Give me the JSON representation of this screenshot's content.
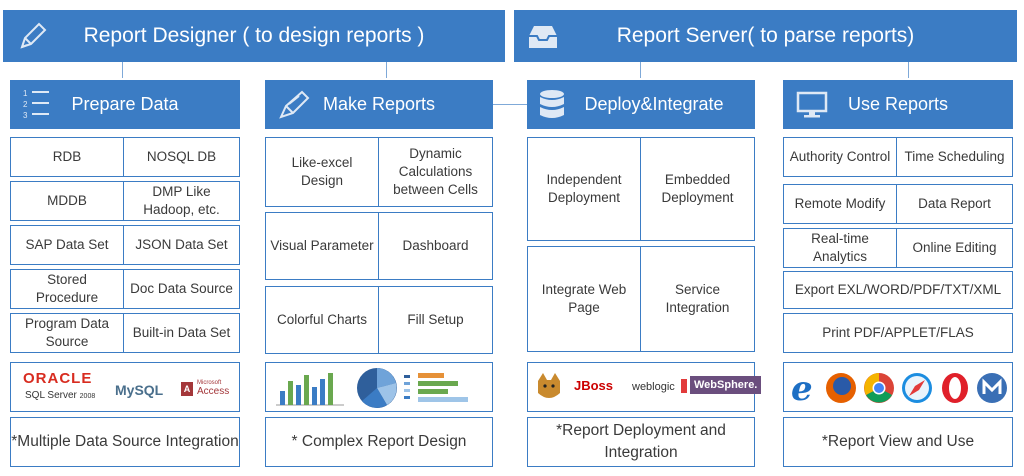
{
  "colors": {
    "accent": "#3b7cc4",
    "text": "#3a3a3a"
  },
  "banners": {
    "designer": {
      "label": "Report Designer ( to design reports )",
      "icon": "pencil-icon"
    },
    "server": {
      "label": "Report Server( to parse reports)",
      "icon": "inbox-tray-icon"
    }
  },
  "columns": [
    {
      "header": "Prepare Data",
      "icon": "numbered-list-icon",
      "rows": [
        [
          "RDB",
          "NOSQL DB"
        ],
        [
          "MDDB",
          "DMP Like Hadoop, etc."
        ],
        [
          "SAP Data Set",
          "JSON Data Set"
        ],
        [
          "Stored Procedure",
          "Doc Data Source"
        ],
        [
          "Program Data Source",
          "Built-in Data Set"
        ]
      ],
      "logos": {
        "oracle": "ORACLE",
        "sqlserver": "SQL Server",
        "sqlserver_ver": "2008",
        "mysql": "MySQL",
        "access": "Access",
        "access_pre": "Microsoft"
      },
      "note": "*Multiple Data Source Integration"
    },
    {
      "header": "Make Reports",
      "icon": "pen-icon",
      "rows": [
        [
          "Like-excel Design",
          "Dynamic Calculations between Cells"
        ],
        [
          "Visual Parameter",
          "Dashboard"
        ],
        [
          "Colorful Charts",
          "Fill Setup"
        ]
      ],
      "note": "* Complex Report Design"
    },
    {
      "header": "Deploy&Integrate",
      "icon": "database-icon",
      "rows": [
        [
          "Independent Deployment",
          "Embedded Deployment"
        ],
        [
          "Integrate Web Page",
          "Service Integration"
        ]
      ],
      "logos": {
        "jboss": "JBoss",
        "weblogic": "weblogic",
        "websphere": "WebSphere."
      },
      "note": "*Report Deployment and Integration"
    },
    {
      "header": "Use Reports",
      "icon": "monitor-icon",
      "rows": [
        [
          "Authority Control",
          "Time Scheduling"
        ],
        [
          "Remote Modify",
          "Data Report"
        ],
        [
          "Real-time Analytics",
          "Online Editing"
        ]
      ],
      "single_rows": [
        "Export EXL/WORD/PDF/TXT/XML",
        "Print PDF/APPLET/FLAS"
      ],
      "note": "*Report View and Use"
    }
  ]
}
